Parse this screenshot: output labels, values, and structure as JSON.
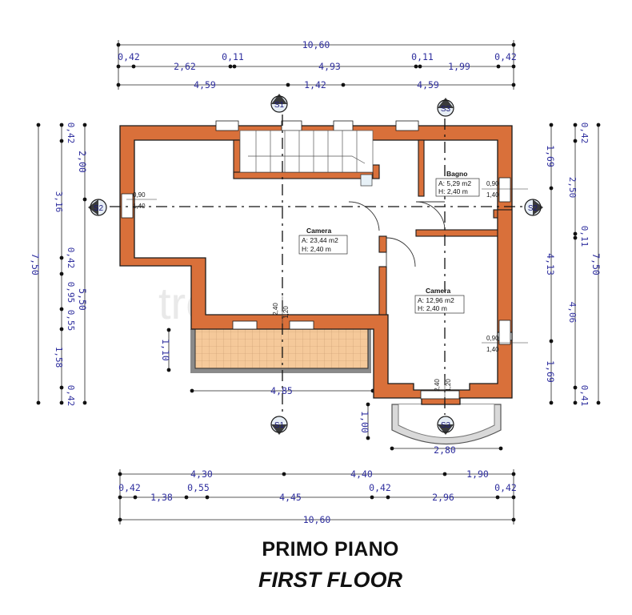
{
  "titles": {
    "primary": "PRIMO PIANO",
    "secondary": "FIRST FLOOR"
  },
  "watermark": "trovacasa",
  "rooms": [
    {
      "name": "Camera",
      "area": "A: 23,44 m2",
      "height": "H: 2,40 m"
    },
    {
      "name": "Bagno",
      "area": "A: 5,29 m2",
      "height": "H: 2,40 m"
    },
    {
      "name": "Camera",
      "area": "A: 12,96 m2",
      "height": "H: 2,40 m"
    }
  ],
  "sections": [
    "S1",
    "S2",
    "S3"
  ],
  "windows": {
    "left": [
      "0,90",
      "1,40"
    ],
    "right_top": [
      "0,90",
      "1,40"
    ],
    "right_bottom": [
      "0,90",
      "1,40"
    ],
    "center_1": [
      "1,20",
      "2,40"
    ],
    "center_2": [
      "1,20",
      "2,40"
    ]
  },
  "dims": {
    "top": {
      "total": "10,60",
      "row2": [
        "0,42",
        "2,62",
        "0,11",
        "4,93",
        "0,11",
        "1,99",
        "0,42"
      ],
      "row3": [
        "4,59",
        "1,42",
        "4,59"
      ]
    },
    "bottom": {
      "row1": [
        "4,30",
        "4,40",
        "1,90"
      ],
      "row2": [
        "0,42",
        "1,38",
        "0,55",
        "4,45",
        "0,42",
        "2,96",
        "0,42"
      ],
      "total": "10,60"
    },
    "left": {
      "total": "7,50",
      "mid": [
        "0,42",
        "3,16",
        "0,42",
        "0,95",
        "0,55",
        "1,58",
        "0,42"
      ],
      "inner": [
        "2,00",
        "5,50"
      ]
    },
    "right": {
      "outer": [
        "1,69",
        "4,13",
        "1,69"
      ],
      "mid": [
        "0,42",
        "2,50",
        "0,11",
        "4,06",
        "0,41"
      ],
      "total": "7,50"
    },
    "inner": {
      "balcony_width": "4,85",
      "balcony_depth": "1,10",
      "bay_width": "2,80",
      "bay_depth": "1,00"
    }
  }
}
